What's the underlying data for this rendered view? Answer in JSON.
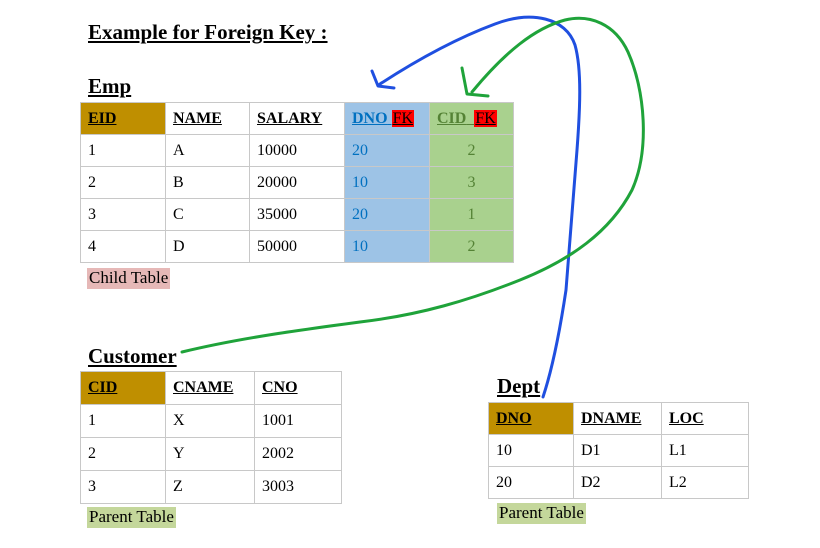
{
  "title": "Example for Foreign Key :",
  "emp": {
    "title": "Emp",
    "headers": {
      "eid": "EID",
      "name": "NAME",
      "salary": "SALARY",
      "dno": "DNO",
      "cid": "CID",
      "fk": "FK"
    },
    "rows": [
      {
        "eid": "1",
        "name": "A",
        "salary": "10000",
        "dno": "20",
        "cid": "2"
      },
      {
        "eid": "2",
        "name": "B",
        "salary": "20000",
        "dno": "10",
        "cid": "3"
      },
      {
        "eid": "3",
        "name": "C",
        "salary": "35000",
        "dno": "20",
        "cid": "1"
      },
      {
        "eid": "4",
        "name": "D",
        "salary": "50000",
        "dno": "10",
        "cid": "2"
      }
    ],
    "caption": "Child Table"
  },
  "customer": {
    "title": "Customer",
    "headers": [
      "CID",
      "CNAME",
      "CNO"
    ],
    "rows": [
      [
        "1",
        "X",
        "1001"
      ],
      [
        "2",
        "Y",
        "2002"
      ],
      [
        "3",
        "Z",
        "3003"
      ]
    ],
    "caption": "Parent Table"
  },
  "dept": {
    "title": "Dept",
    "headers": [
      "DNO",
      "DNAME",
      "LOC"
    ],
    "rows": [
      [
        "10",
        "D1",
        "L1"
      ],
      [
        "20",
        "D2",
        "L2"
      ]
    ],
    "caption": "Parent Table"
  },
  "colors": {
    "key_header": "#bf8f00",
    "dno_column": "#9dc3e6",
    "cid_column": "#a9d18e",
    "fk_tag": "#ff0000",
    "child_caption": "#e6b8b7",
    "parent_caption": "#c4d79b",
    "blue_arrow": "#1f4fe0",
    "green_arrow": "#1fa33a"
  }
}
